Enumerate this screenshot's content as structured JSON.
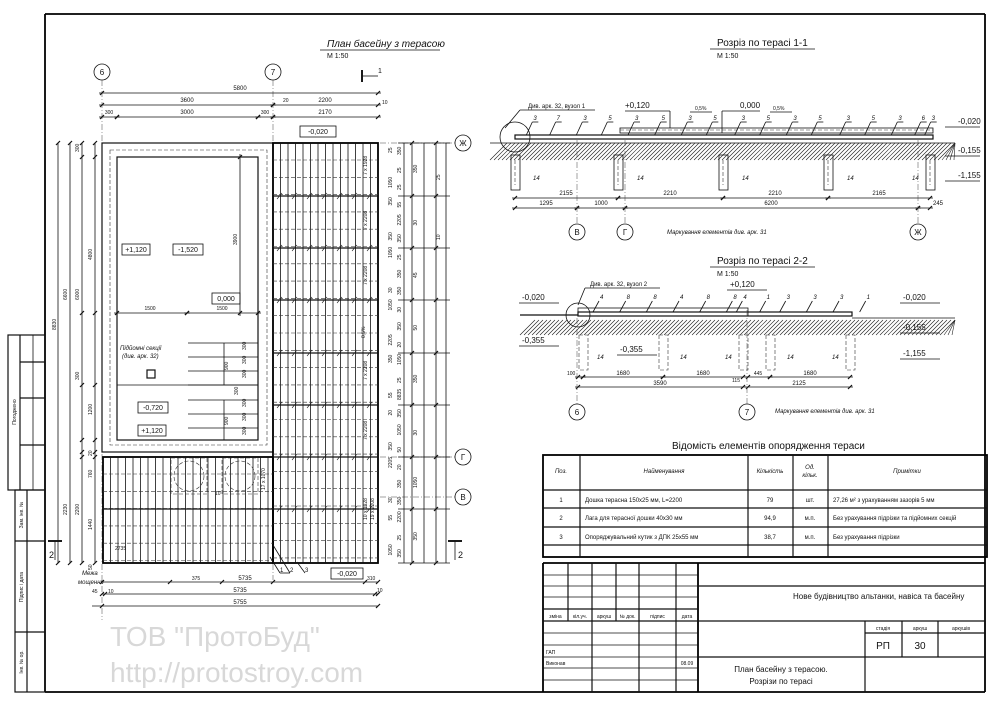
{
  "plan": {
    "title": "План басейну з терасою",
    "scale": "М 1:50",
    "axes": [
      "6",
      "7",
      "Ж",
      "Г",
      "В"
    ],
    "section_marks": [
      "1",
      "2",
      "2"
    ],
    "levels": [
      "-0,020",
      "+1,120",
      "-1,520",
      "0,000",
      "-0,720",
      "+1,120",
      "-0,020"
    ],
    "note_lift": "Підйомні секції",
    "note_lift_ref": "(див. арк. 32)",
    "boundary": [
      "Межа",
      "мощення"
    ],
    "callouts": [
      "1",
      "2",
      "3"
    ],
    "dims_top": [
      "5800",
      "3600",
      "2200",
      "20",
      "10",
      "300",
      "3000",
      "300",
      "2170"
    ],
    "dims_inner": [
      "3900",
      "1500",
      "1500",
      "900",
      "300",
      "300",
      "300",
      "300",
      "900",
      "300",
      "300",
      "300",
      "10"
    ],
    "dims_left": [
      "8830",
      "6600",
      "6000",
      "4800",
      "1200",
      "300",
      "300",
      "20",
      "760",
      "2230",
      "2200",
      "1440",
      "50"
    ],
    "dims_bottom": [
      "375",
      "5735",
      "5735",
      "5755",
      "45",
      "10",
      "310",
      "10"
    ],
    "dims_right": [
      "25",
      "350",
      "25",
      "350",
      "1050",
      "25",
      "350",
      "55",
      "2205",
      "30",
      "350",
      "350",
      "1050",
      "25",
      "350",
      "45",
      "30",
      "350",
      "1050",
      "30",
      "350",
      "50",
      "2205",
      "20",
      "350",
      "1050",
      "25",
      "350",
      "55",
      "8835",
      "20",
      "350",
      "1050",
      "30",
      "350",
      "50",
      "2205",
      "20",
      "350",
      "1050",
      "30",
      "350",
      "55",
      "2200",
      "25",
      "350",
      "1050",
      "350",
      "25",
      "10"
    ],
    "board_labels": [
      "7 x 1928",
      "7 x 2208",
      "7 x 2208",
      "7 x 2208",
      "7 x 2208",
      "17 x 1070",
      "10 x 1928",
      "19 x 2208",
      "2735"
    ],
    "slope": "0,5%"
  },
  "section1": {
    "title": "Розріз по терасі 1-1",
    "scale": "М 1:50",
    "ref": "Див. арк. 32, вузол 1",
    "levels": [
      "+0,120",
      "0,000",
      "-0,020",
      "-0,155",
      "-1,155"
    ],
    "slopes": [
      "0,5%",
      "0,5%"
    ],
    "items": [
      "3",
      "7",
      "3",
      "5",
      "3",
      "5",
      "3",
      "5",
      "3",
      "5",
      "3",
      "5",
      "3",
      "5",
      "3",
      "6",
      "3"
    ],
    "pile_label": "14",
    "dims_row1": [
      "2155",
      "2210",
      "2210",
      "2165"
    ],
    "dims_row2": [
      "1295",
      "1000",
      "6200",
      "245"
    ],
    "axes": [
      "В",
      "Г",
      "Ж"
    ],
    "note": "Маркування елементів див. арк. 31"
  },
  "section2": {
    "title": "Розріз по терасі 2-2",
    "scale": "М 1:50",
    "ref": "Див. арк. 32, вузол 2",
    "levels": [
      "-0,020",
      "-0,355",
      "-0,355",
      "+0,120",
      "-0,020",
      "-0,155",
      "-1,155"
    ],
    "items": [
      "4",
      "8",
      "8",
      "4",
      "8",
      "8",
      "4",
      "1",
      "3",
      "3",
      "3",
      "1"
    ],
    "pile_label": "14",
    "dims_row1": [
      "100",
      "1680",
      "1680",
      "445",
      "1680"
    ],
    "dims_row2": [
      "3590",
      "115",
      "2125"
    ],
    "axes": [
      "6",
      "7"
    ],
    "note": "Маркування елементів див. арк. 31"
  },
  "table": {
    "title": "Відомість елементів опорядження тераси",
    "headers": [
      "Поз.",
      "Найменування",
      "Кількість",
      "Од.",
      "кільк.",
      "Примітки"
    ],
    "rows": [
      {
        "pos": "1",
        "name": "Дошка терасна 150x25 мм, L=2200",
        "qty": "79",
        "unit": "шт.",
        "note": "27,26 м² з урахуванням зазорів 5 мм"
      },
      {
        "pos": "2",
        "name": "Лага для терасної дошки 40x30 мм",
        "qty": "94,9",
        "unit": "м.п.",
        "note": "Без урахування підрізки та підйомних секцій"
      },
      {
        "pos": "3",
        "name": "Опоряджувальний кутик з ДПК 25x55 мм",
        "qty": "38,7",
        "unit": "м.п.",
        "note": "Без урахування підрізки"
      }
    ]
  },
  "title_block": {
    "col_labels": [
      "зміна",
      "кіл.уч.",
      "аркуш",
      "№ док.",
      "підпис",
      "дата"
    ],
    "project": "Нове будівництво альтанки, навіса та басейну",
    "stage_label": "стадія",
    "sheet_label": "аркуш",
    "sheets_label": "аркушів",
    "stage": "РП",
    "sheet": "30",
    "roles": [
      "ГАП",
      "Виконав"
    ],
    "date": "08.09",
    "sheet_title_1": "План басейну з терасою.",
    "sheet_title_2": "Розрізи по терасі"
  },
  "side_stamp": [
    "Погоджено",
    "Зам. інв. №",
    "Підпис і дата",
    "Інв. № ор."
  ],
  "watermarks": [
    "ТОВ \"ПротоБуд\"",
    "http://protostroy.com"
  ]
}
